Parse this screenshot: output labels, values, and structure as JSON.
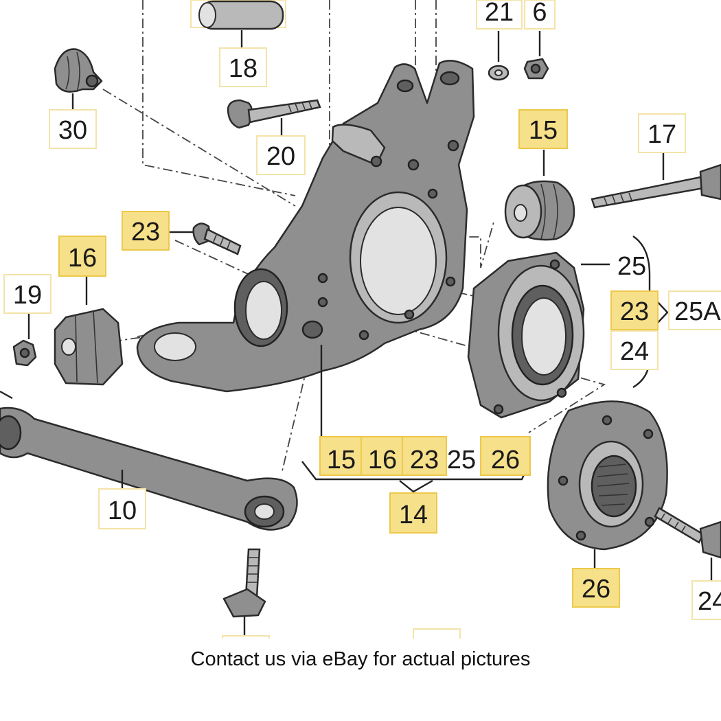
{
  "caption": "Contact us via eBay for actual pictures",
  "labels": {
    "l30": "30",
    "l18": "18",
    "l21": "21",
    "l6": "6",
    "l20": "20",
    "l15a": "15",
    "l17": "17",
    "l23a": "23",
    "l16a": "16",
    "l19": "19",
    "l25a": "25",
    "l23b": "23",
    "l25A": "25A",
    "l24a": "24",
    "l15b": "15",
    "l16b": "16",
    "l23c": "23",
    "l25b": "25",
    "l26a": "26",
    "l14": "14",
    "l10": "10",
    "l26b": "26",
    "l24b": "24"
  },
  "colors": {
    "highlight": "#f7e08a",
    "part_fill": "#8f8f8f",
    "outline": "#2b2b2b"
  }
}
